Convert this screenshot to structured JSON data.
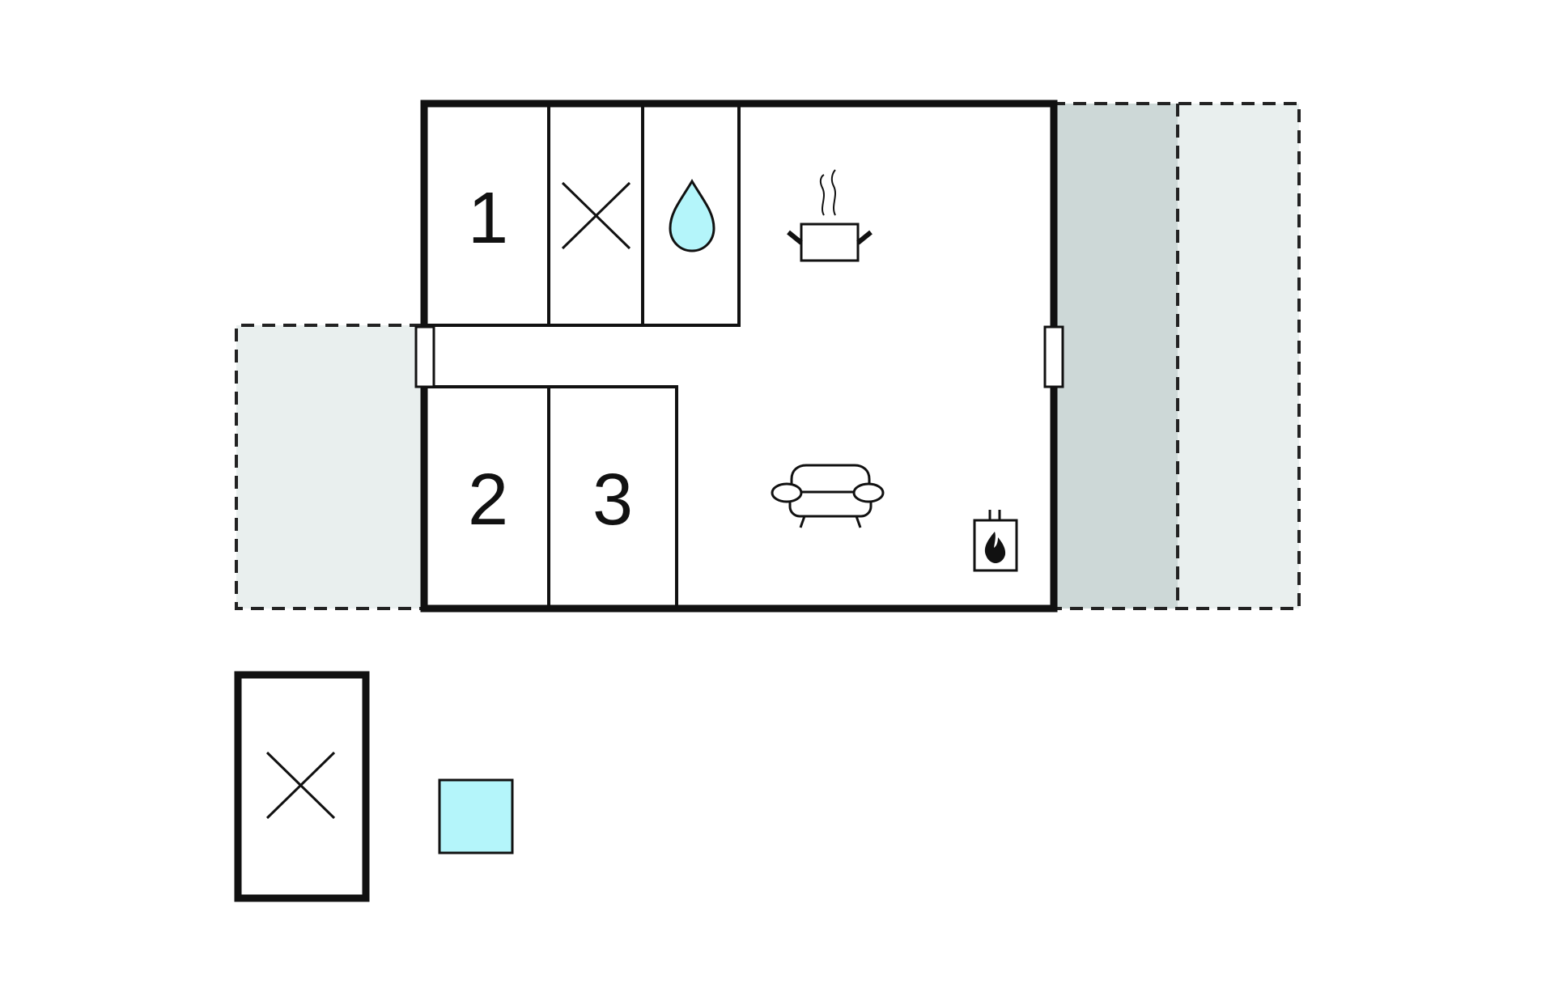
{
  "floor_plan": {
    "rooms": [
      {
        "label": "1"
      },
      {
        "label": "2"
      },
      {
        "label": "3"
      }
    ],
    "icons": [
      "toilet-icon",
      "shower-icon",
      "kitchen-icon",
      "sofa-icon",
      "fireplace-icon",
      "toilet-icon",
      "pool-icon"
    ],
    "colors": {
      "wall": "#111111",
      "terrace": "#e9efee",
      "covered_terrace": "#cdd8d7",
      "water": "#b4f5fa"
    }
  }
}
